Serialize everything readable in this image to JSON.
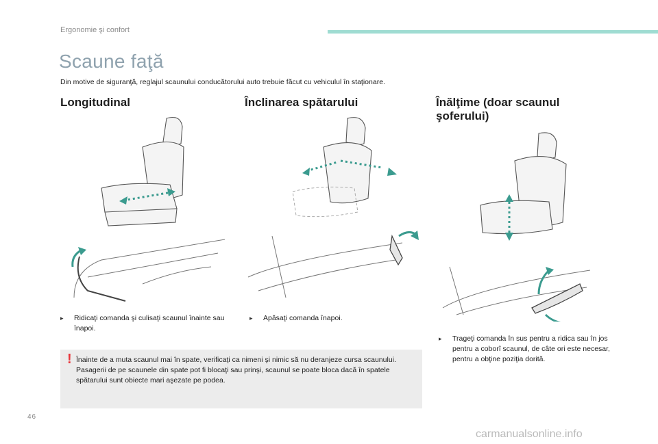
{
  "header": {
    "section": "Ergonomie şi confort"
  },
  "title": "Scaune faţă",
  "intro": "Din motive de siguranţă, reglajul scaunului conducătorului auto trebuie făcut cu vehiculul în staţionare.",
  "columns": [
    {
      "heading": "Longitudinal",
      "bullet": "Ridicaţi comanda şi culisaţi scaunul înainte sau înapoi."
    },
    {
      "heading": "Înclinarea spătarului",
      "bullet": "Apăsaţi comanda înapoi."
    },
    {
      "heading_line1": "Înălţime (doar scaunul",
      "heading_line2": "şoferului)",
      "bullet": "Trageţi comanda în sus pentru a ridica sau în jos pentru a coborî scaunul, de câte ori este necesar, pentru a obţine poziţia dorită."
    }
  ],
  "warning": {
    "icon": "!",
    "line1": "Înainte de a muta scaunul mai în spate, verificaţi ca nimeni şi nimic să nu deranjeze cursa scaunului.",
    "line2": "Pasagerii de pe scaunele din spate pot fi blocaţi sau prinşi, scaunul se poate bloca dacă în spatele spătarului sunt obiecte mari aşezate pe podea."
  },
  "footer": {
    "page_number": "46",
    "watermark": "carmanualsonline.info"
  },
  "colors": {
    "accent": "#3b9b8f",
    "title": "#8fa2ae",
    "warning": "#e8343a",
    "tag_bar": "#9fdcd2"
  }
}
